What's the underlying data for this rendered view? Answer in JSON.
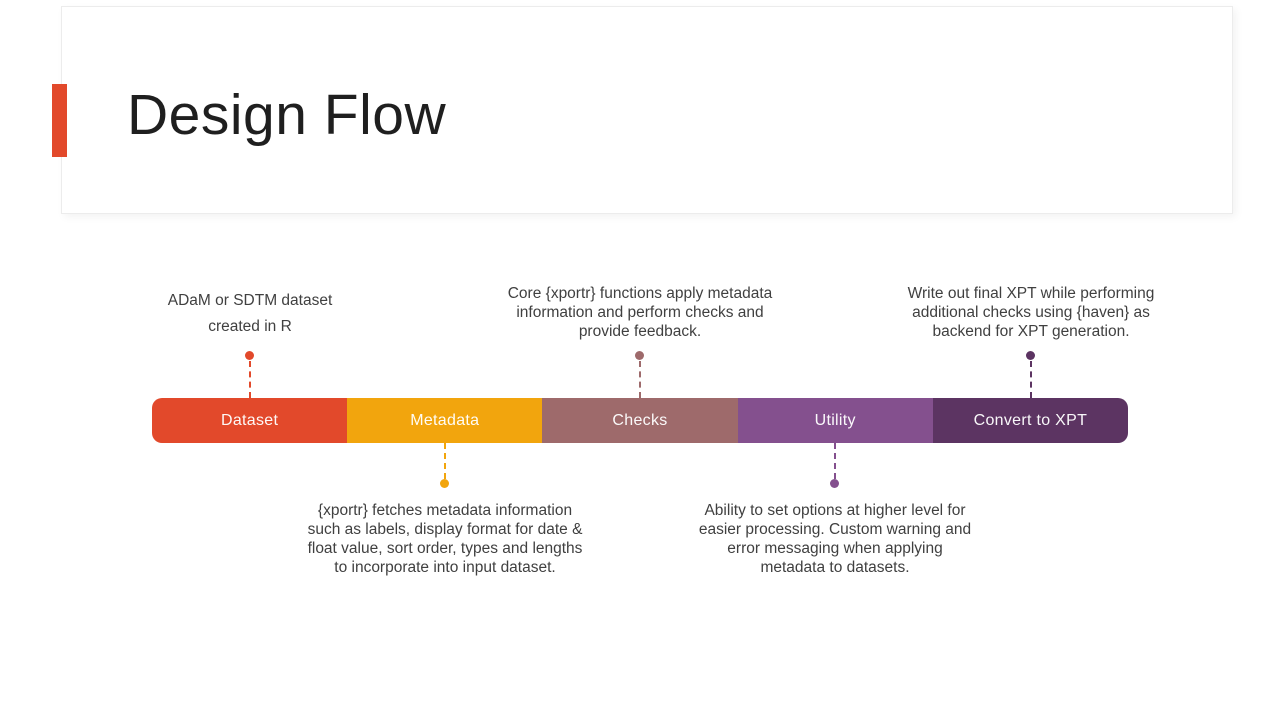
{
  "slide": {
    "title": "Design Flow"
  },
  "colors": {
    "dataset_red": "#E2492B",
    "metadata_orange": "#F2A50D",
    "checks_mauve": "#9E6A6B",
    "utility_purple": "#84508E",
    "convert_dark_purple": "#5C3462",
    "body_text": "#404040",
    "title_text": "#1F1F1F",
    "title_box_border": "#ECECEC"
  },
  "flow": {
    "segments": [
      {
        "label": "Dataset",
        "color": "#E2492B",
        "note_position": "top",
        "note": "ADaM or SDTM dataset\ncreated in R"
      },
      {
        "label": "Metadata",
        "color": "#F2A50D",
        "note_position": "bottom",
        "note": "{xportr} fetches metadata information\nsuch as labels, display format for date &\nfloat value, sort order, types and lengths\nto incorporate into input dataset."
      },
      {
        "label": "Checks",
        "color": "#9E6A6B",
        "note_position": "top",
        "note": "Core {xportr} functions apply metadata\ninformation and perform checks and\nprovide feedback."
      },
      {
        "label": "Utility",
        "color": "#84508E",
        "note_position": "bottom",
        "note": "Ability to set options at higher level for\neasier processing. Custom warning and\nerror messaging when applying\nmetadata to datasets."
      },
      {
        "label": "Convert to XPT",
        "color": "#5C3462",
        "note_position": "top",
        "note": "Write out final XPT while performing\nadditional checks using {haven} as\nbackend for XPT generation."
      }
    ]
  }
}
